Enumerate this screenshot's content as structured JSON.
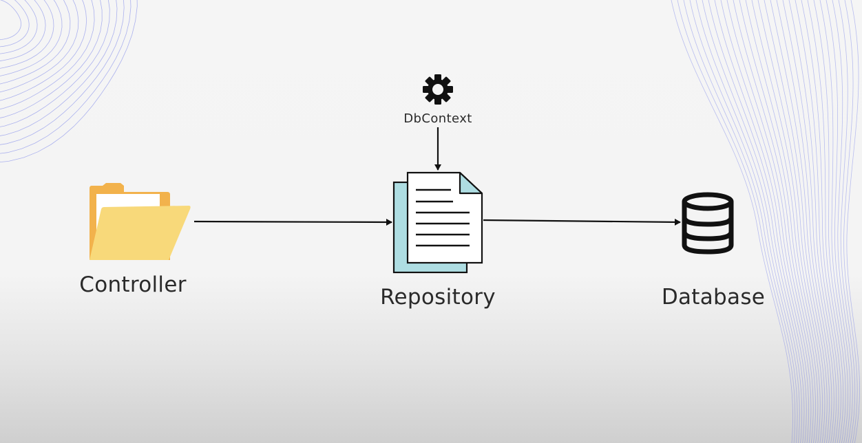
{
  "diagram": {
    "nodes": [
      {
        "id": "controller",
        "label": "Controller",
        "icon": "folder-icon"
      },
      {
        "id": "repository",
        "label": "Repository",
        "icon": "document-icon"
      },
      {
        "id": "database",
        "label": "Database",
        "icon": "database-icon"
      },
      {
        "id": "dbcontext",
        "label": "DbContext",
        "icon": "gear-icon"
      }
    ],
    "edges": [
      {
        "from": "dbcontext",
        "to": "repository"
      },
      {
        "from": "controller",
        "to": "repository"
      },
      {
        "from": "repository",
        "to": "database"
      }
    ]
  },
  "colors": {
    "folder_back": "#f2b24c",
    "folder_front": "#f8d97a",
    "document_shadow": "#aedde2",
    "stroke": "#111111",
    "decor_lines": "#6f7ae8"
  }
}
